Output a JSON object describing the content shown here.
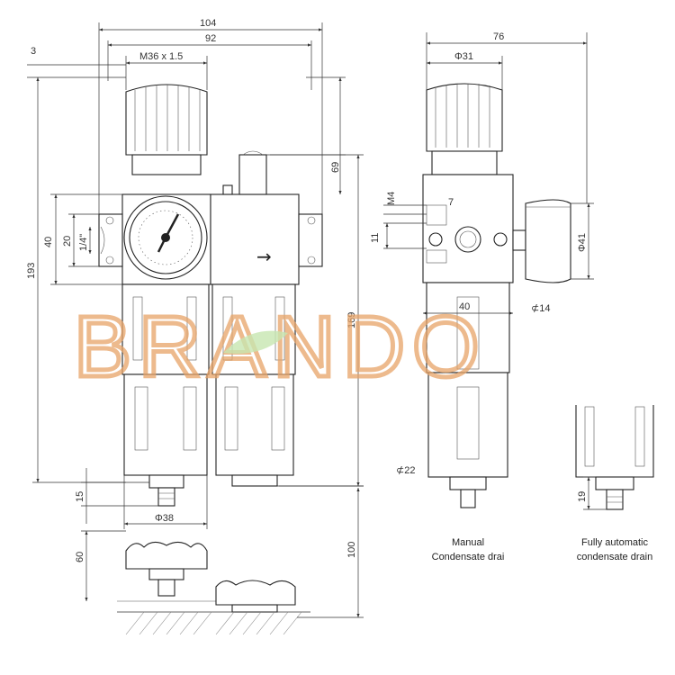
{
  "front_view": {
    "dimensions": {
      "overall_width": "104",
      "body_width": "92",
      "thread": "M36 x 1.5",
      "top_offset": "3",
      "overall_height": "193",
      "port_block_height": "40",
      "port_height": "20",
      "port_size": "1/4\"",
      "lubricator_top": "69",
      "lubricator_height": "169",
      "drain_length": "15",
      "bowl_diameter": "Φ38",
      "clearance_bottom_left": "60",
      "clearance_bottom_right": "100"
    }
  },
  "side_view": {
    "dimensions": {
      "overall_depth": "76",
      "knob_diameter": "Φ31",
      "mount_thread": "M4",
      "mount_spacing": "7",
      "mount_height": "11",
      "gauge_diameter": "Φ41",
      "body_width": "40",
      "nut_size": "14",
      "bowl_hex": "22"
    },
    "caption": [
      "Manual",
      "Condensate drai"
    ]
  },
  "auto_drain_view": {
    "dimensions": {
      "drain_length": "19"
    },
    "caption": [
      "Fully automatic",
      "condensate drain"
    ]
  },
  "watermark": {
    "text": "BRANDO",
    "color": "#e8a468"
  }
}
